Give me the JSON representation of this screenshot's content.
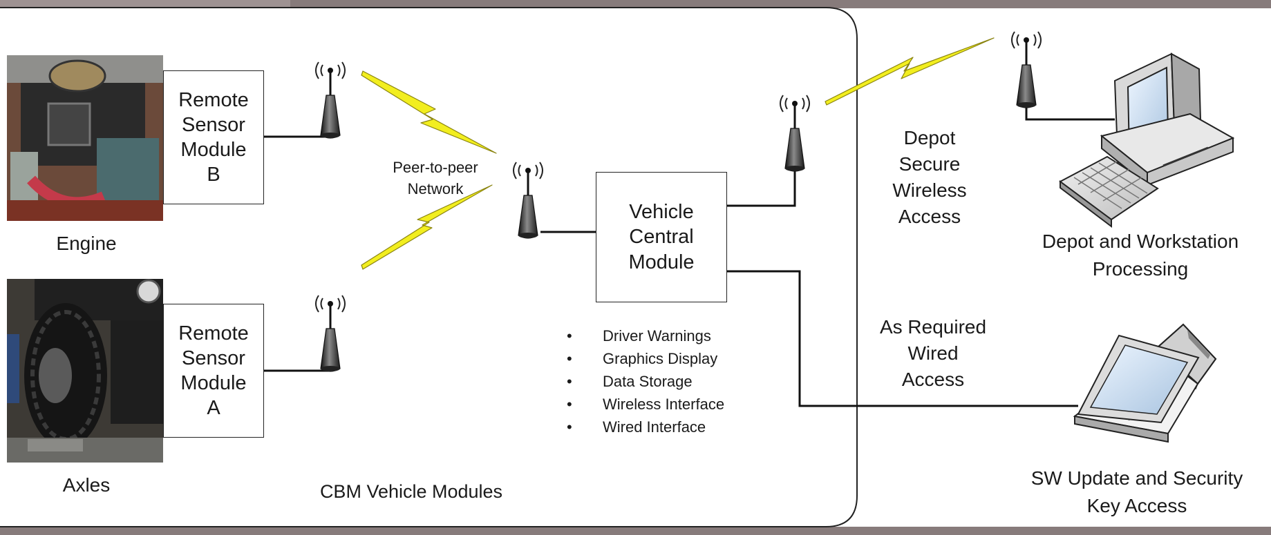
{
  "modules": {
    "sensor_b": [
      "Remote",
      "Sensor",
      "Module",
      "B"
    ],
    "sensor_a": [
      "Remote",
      "Sensor",
      "Module",
      "A"
    ],
    "vehicle_central": [
      "Vehicle",
      "Central",
      "Module"
    ]
  },
  "labels": {
    "engine": "Engine",
    "axles": "Axles",
    "peer_network": [
      "Peer-to-peer",
      "Network"
    ],
    "cbm_modules": "CBM Vehicle Modules",
    "depot_secure": [
      "Depot",
      "Secure",
      "Wireless",
      "Access"
    ],
    "as_required": [
      "As Required",
      "Wired",
      "Access"
    ],
    "depot_workstation": [
      "Depot and Workstation",
      "Processing"
    ],
    "sw_update": [
      "SW Update and Security",
      "Key Access"
    ]
  },
  "central_features": [
    "Driver Warnings",
    "Graphics Display",
    "Data Storage",
    "Wireless Interface",
    "Wired Interface"
  ],
  "colors": {
    "lightning": "#f2ee1f",
    "frame": "#7d7474",
    "antenna": "#333333"
  }
}
